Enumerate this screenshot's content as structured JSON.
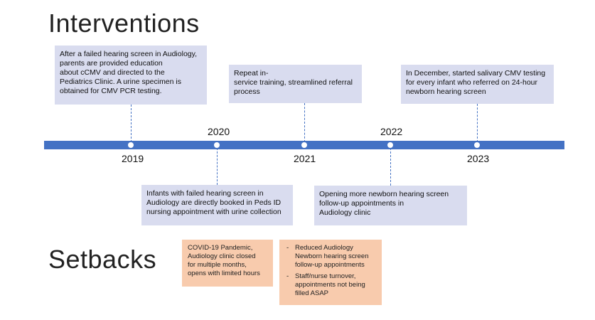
{
  "titles": {
    "interventions": "Interventions",
    "setbacks": "Setbacks"
  },
  "years": {
    "y2019": "2019",
    "y2020": "2020",
    "y2021": "2021",
    "y2022": "2022",
    "y2023": "2023"
  },
  "interventions": {
    "i2019": [
      "After a failed hearing screen in Audiology,",
      "parents are provided education",
      "about cCMV and directed to the",
      "Pediatrics Clinic. A urine specimen is",
      "obtained for CMV PCR testing."
    ],
    "i2020": [
      "Infants with failed hearing screen in",
      "Audiology are directly booked in Peds ID",
      "nursing appointment with urine collection"
    ],
    "i2021": [
      "Repeat in-",
      "service training, streamlined referral",
      "process"
    ],
    "i2022": [
      "Opening more newborn hearing screen",
      "follow-up appointments in",
      "Audiology clinic"
    ],
    "i2023": [
      "In December, started salivary CMV testing",
      "for every infant who referred on 24-hour",
      "newborn hearing screen"
    ]
  },
  "setbacks": {
    "covid": [
      "COVID-19 Pandemic,",
      "Audiology clinic closed",
      "for multiple months,",
      "opens with limited hours"
    ],
    "reduced": {
      "item1": [
        "Reduced Audiology",
        "Newborn hearing screen",
        "follow-up appointments"
      ],
      "item2": [
        "Staff/nurse turnover,",
        "appointments not being",
        "filled ASAP"
      ]
    }
  },
  "colors": {
    "timeline": "#4472c4",
    "intervention_box": "#d9dcef",
    "setback_box": "#f8cbad"
  }
}
